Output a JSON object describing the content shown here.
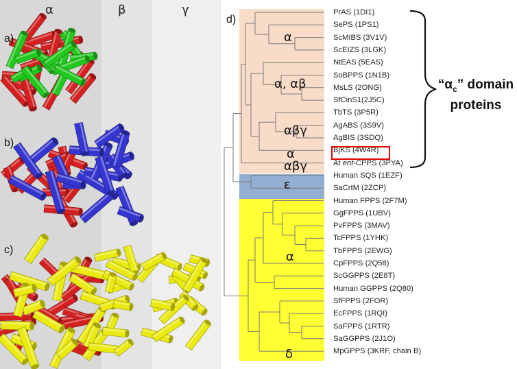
{
  "structures": {
    "columns": [
      "α",
      "β",
      "γ"
    ],
    "panels": [
      "a)",
      "b)",
      "c)"
    ],
    "colors": {
      "red": "#d42020",
      "green": "#22c81e",
      "blue": "#3535d0",
      "yellow": "#eaea10",
      "shade_alpha": "#d8d8d8",
      "shade_beta": "#e4e4e4",
      "shade_gamma": "#efefef"
    }
  },
  "tree": {
    "panel_label": "d)",
    "leaves": [
      "PrAS (1DI1)",
      "SePS (1PS1)",
      "ScMIBS (3V1V)",
      "ScEIZS (3LGK)",
      "NtEAS (5EAS)",
      "SoBPPS (1N1B)",
      "MsLS (2ONG)",
      "SfCinS1(2J5C)",
      "TbTS (3P5R)",
      "AgABS (3S9V)",
      "AgBIS (3SDQ)",
      "BjKS  (4W4R)",
      "At ent-CPPS (3PYA)",
      "Human SQS (1EZF)",
      "SaCrtM (2ZCP)",
      "Human FPPS (2F7M)",
      "GgFPPS (1UBV)",
      "PvFPPS (3MAV)",
      "TcFPPS (1YHK)",
      "TbFPPS (2EWG)",
      "CpFPPS (2Q58)",
      "ScGGPPS (2E8T)",
      "Human GGPPS (2Q80)",
      "SfFPPS (2FOR)",
      "EcFPPS (1RQI)",
      "SaFPPS (1RTR)",
      "SaGGPPS (2J1O)",
      "MpGPPS (3KRF, chain B)"
    ],
    "clade_labels": [
      "α",
      "α, αβ",
      "αβγ",
      "α",
      "αβγ",
      "ε",
      "α",
      "δ"
    ],
    "highlighted_leaf": "BjKS  (4W4R)",
    "group_colors": {
      "salmon": "#f8dcc8",
      "blue": "#92afd2",
      "yellow": "#ffff33"
    },
    "domain_label_lines": [
      "domain",
      "proteins"
    ]
  }
}
